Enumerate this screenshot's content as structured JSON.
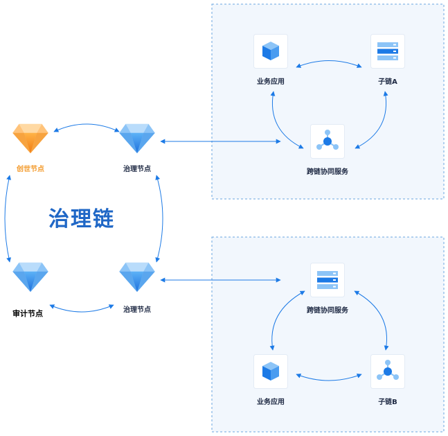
{
  "diagram": {
    "title": "治理链",
    "nodes": {
      "genesis": "创世节点",
      "governance_top": "治理节点",
      "governance_bottom": "治理节点",
      "audit": "审计节点"
    },
    "group_a": {
      "business_app": "业务应用",
      "subchain": "子链A",
      "cross_chain": "跨链协同服务"
    },
    "group_b": {
      "cross_chain": "跨链协同服务",
      "business_app": "业务应用",
      "subchain": "子链B"
    },
    "colors": {
      "primary_blue": "#1c7ae6",
      "light_blue": "#8cc4f7",
      "orange": "#f39a2b",
      "panel_bg": "#f2f7fd",
      "panel_border": "#6aa6e0"
    },
    "icons": {
      "diamond": "diamond-icon",
      "cube": "cube-icon",
      "server": "server-stack-icon",
      "network": "network-hub-icon"
    }
  }
}
